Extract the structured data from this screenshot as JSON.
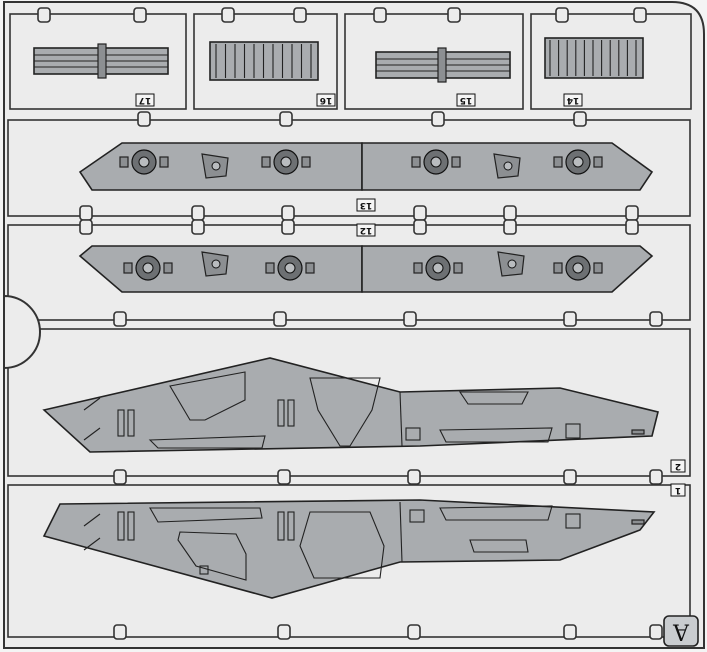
{
  "sprue": {
    "letter": "A",
    "part_numbers": [
      "1",
      "2",
      "12",
      "13",
      "14",
      "15",
      "16",
      "17"
    ]
  }
}
